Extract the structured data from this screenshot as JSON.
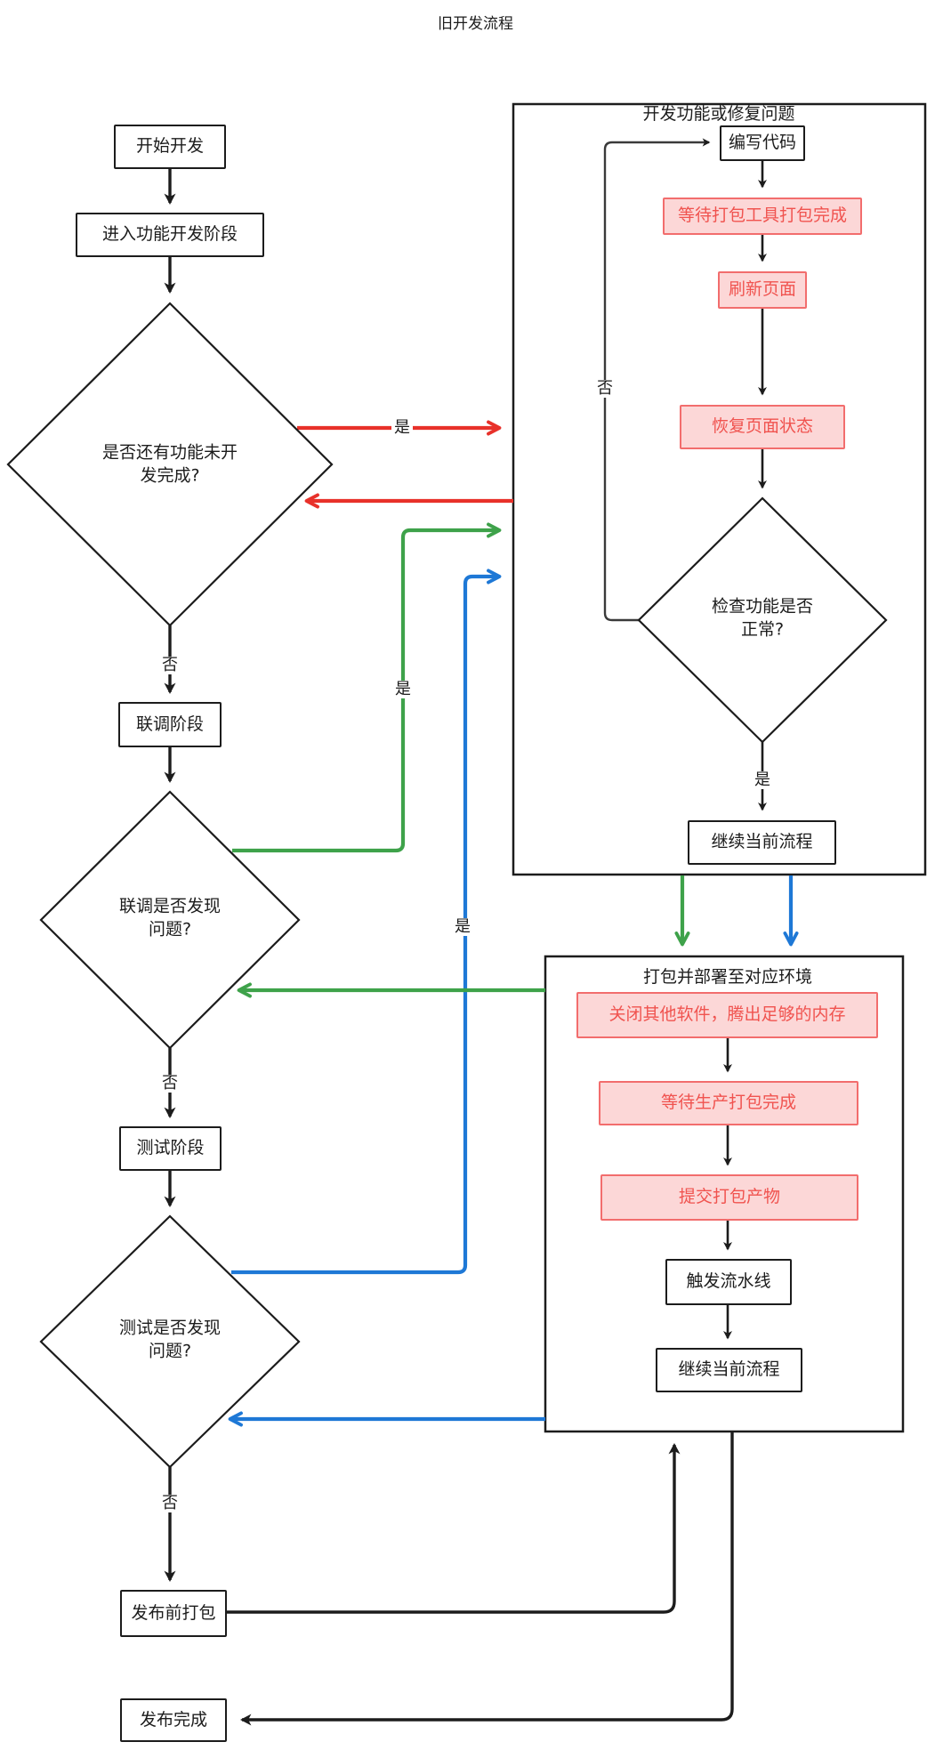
{
  "title": "旧开发流程",
  "colors": {
    "line_black": "#1c1c1c",
    "yes_red": "#e8312a",
    "yes_green": "#3ea24a",
    "yes_blue": "#1e78d6",
    "pink_fill": "#fcd7d7",
    "pink_border": "#f26d6d",
    "pink_text": "#f0534f"
  },
  "labels": {
    "yes": "是",
    "no": "否"
  },
  "flow": {
    "start": "开始开发",
    "enter_dev": "进入功能开发阶段",
    "d1_line1": "是否还有功能未开",
    "d1_line2": "发完成?",
    "integration": "联调阶段",
    "d2_line1": "联调是否发现",
    "d2_line2": "问题?",
    "testing": "测试阶段",
    "d3_line1": "测试是否发现",
    "d3_line2": "问题?",
    "pre_release_pack": "发布前打包",
    "release_done": "发布完成"
  },
  "dev_box": {
    "title": "开发功能或修复问题",
    "write_code": "编写代码",
    "wait_pack": "等待打包工具打包完成",
    "refresh": "刷新页面",
    "restore": "恢复页面状态",
    "check_line1": "检查功能是否",
    "check_line2": "正常?",
    "continue": "继续当前流程"
  },
  "deploy_box": {
    "title": "打包并部署至对应环境",
    "close_apps": "关闭其他软件，腾出足够的内存",
    "wait_prod": "等待生产打包完成",
    "submit": "提交打包产物",
    "pipeline": "触发流水线",
    "continue": "继续当前流程"
  }
}
